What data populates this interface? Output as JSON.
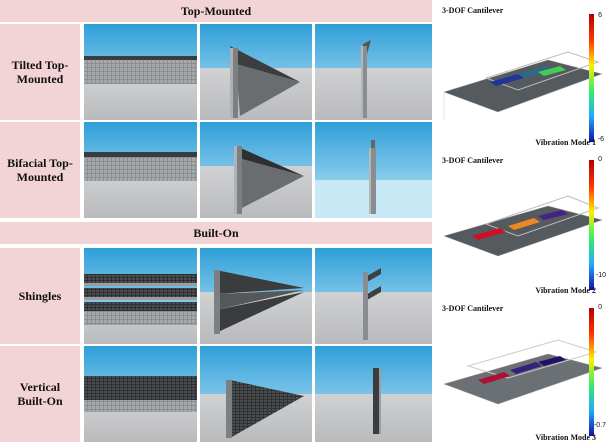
{
  "sections": [
    {
      "title": "Top-Mounted",
      "rows": [
        {
          "label": "Tilted Top-Mounted"
        },
        {
          "label": "Bifacial Top-Mounted"
        }
      ]
    },
    {
      "title": "Built-On",
      "rows": [
        {
          "label": "Shingles"
        },
        {
          "label": "Vertical Built-On"
        }
      ]
    }
  ],
  "simulations": [
    {
      "title": "3-DOF Cantilever",
      "mode": "Vibration Mode 1",
      "scale_max": "6",
      "scale_min": "-6"
    },
    {
      "title": "3-DOF Cantilever",
      "mode": "Vibration Mode 2",
      "scale_max": "0",
      "scale_min": "-10"
    },
    {
      "title": "3-DOF Cantilever",
      "mode": "Vibration Mode 3",
      "scale_max": "0",
      "scale_min": "-0.7"
    }
  ],
  "colors": {
    "header_bg": "#f2d3d6",
    "sky_top": "#3fa9dc",
    "sky_bottom": "#bfe3f5",
    "ground": "#c9cacc",
    "panel": "#6f7274"
  }
}
